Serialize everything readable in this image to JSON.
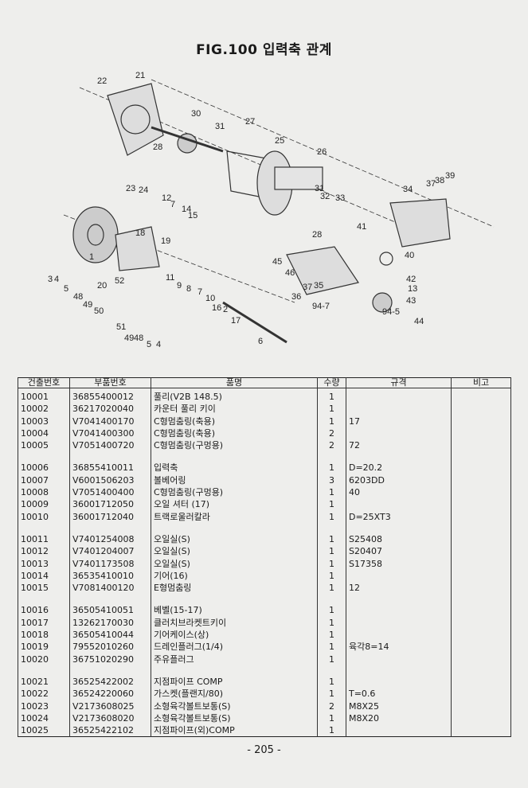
{
  "header": {
    "title": "FIG.100 입력축 관계"
  },
  "diagram": {
    "callouts": [
      "22",
      "21",
      "30",
      "31",
      "27",
      "25",
      "26",
      "28",
      "23",
      "24",
      "12",
      "7",
      "14",
      "15",
      "31",
      "32",
      "33",
      "34",
      "37",
      "38",
      "39",
      "41",
      "40",
      "42",
      "13",
      "43",
      "44",
      "18",
      "19",
      "1",
      "20",
      "52",
      "3",
      "4",
      "5",
      "48",
      "49",
      "50",
      "11",
      "9",
      "8",
      "7",
      "10",
      "16",
      "2",
      "17",
      "6",
      "51",
      "49",
      "48",
      "5",
      "4",
      "45",
      "28",
      "46",
      "37",
      "36",
      "35",
      "94-7",
      "94-5"
    ]
  },
  "table": {
    "columns": [
      "건출번호",
      "부품번호",
      "품명",
      "수량",
      "규격",
      "비고"
    ],
    "groups": [
      [
        {
          "no": "10001",
          "part": "36855400012",
          "name": "풀리(V2B 148.5)",
          "qty": "1",
          "spec": ""
        },
        {
          "no": "10002",
          "part": "36217020040",
          "name": "카운터 풀리 키이",
          "qty": "1",
          "spec": ""
        },
        {
          "no": "10003",
          "part": "V7041400170",
          "name": "C형멈춤링(축용)",
          "qty": "1",
          "spec": "17"
        },
        {
          "no": "10004",
          "part": "V7041400300",
          "name": "C형멈춤링(축용)",
          "qty": "2",
          "spec": ""
        },
        {
          "no": "10005",
          "part": "V7051400720",
          "name": "C형멈춤링(구멍용)",
          "qty": "2",
          "spec": "72"
        }
      ],
      [
        {
          "no": "10006",
          "part": "36855410011",
          "name": "입력축",
          "qty": "1",
          "spec": "D=20.2"
        },
        {
          "no": "10007",
          "part": "V6001506203",
          "name": "볼베어링",
          "qty": "3",
          "spec": "6203DD"
        },
        {
          "no": "10008",
          "part": "V7051400400",
          "name": "C형멈춤링(구멍용)",
          "qty": "1",
          "spec": "40"
        },
        {
          "no": "10009",
          "part": "36001712050",
          "name": "오일 셔터 (17)",
          "qty": "1",
          "spec": ""
        },
        {
          "no": "10010",
          "part": "36001712040",
          "name": "트랙로울러칼라",
          "qty": "1",
          "spec": "D=25XT3"
        }
      ],
      [
        {
          "no": "10011",
          "part": "V7401254008",
          "name": "오일실(S)",
          "qty": "1",
          "spec": "S25408"
        },
        {
          "no": "10012",
          "part": "V7401204007",
          "name": "오일실(S)",
          "qty": "1",
          "spec": "S20407"
        },
        {
          "no": "10013",
          "part": "V7401173508",
          "name": "오일실(S)",
          "qty": "1",
          "spec": "S17358"
        },
        {
          "no": "10014",
          "part": "36535410010",
          "name": "기어(16)",
          "qty": "1",
          "spec": ""
        },
        {
          "no": "10015",
          "part": "V7081400120",
          "name": "E형멈춤링",
          "qty": "1",
          "spec": "12"
        }
      ],
      [
        {
          "no": "10016",
          "part": "36505410051",
          "name": "베벨(15-17)",
          "qty": "1",
          "spec": ""
        },
        {
          "no": "10017",
          "part": "13262170030",
          "name": "클러치브라켓트키이",
          "qty": "1",
          "spec": ""
        },
        {
          "no": "10018",
          "part": "36505410044",
          "name": "기어케이스(상)",
          "qty": "1",
          "spec": ""
        },
        {
          "no": "10019",
          "part": "79552010260",
          "name": "드레인플러그(1/4)",
          "qty": "1",
          "spec": "육각8=14"
        },
        {
          "no": "10020",
          "part": "36751020290",
          "name": "주유플러그",
          "qty": "1",
          "spec": ""
        }
      ],
      [
        {
          "no": "10021",
          "part": "36525422002",
          "name": "지점파이프 COMP",
          "qty": "1",
          "spec": ""
        },
        {
          "no": "10022",
          "part": "36524220060",
          "name": "가스켓(플랜지/80)",
          "qty": "1",
          "spec": "T=0.6"
        },
        {
          "no": "10023",
          "part": "V2173608025",
          "name": "소형육각볼트보통(S)",
          "qty": "2",
          "spec": "M8X25"
        },
        {
          "no": "10024",
          "part": "V2173608020",
          "name": "소형육각볼트보통(S)",
          "qty": "1",
          "spec": "M8X20"
        },
        {
          "no": "10025",
          "part": "36525422102",
          "name": "지점파이프(외)COMP",
          "qty": "1",
          "spec": ""
        }
      ]
    ]
  },
  "footer": {
    "page_number": "- 205 -"
  }
}
